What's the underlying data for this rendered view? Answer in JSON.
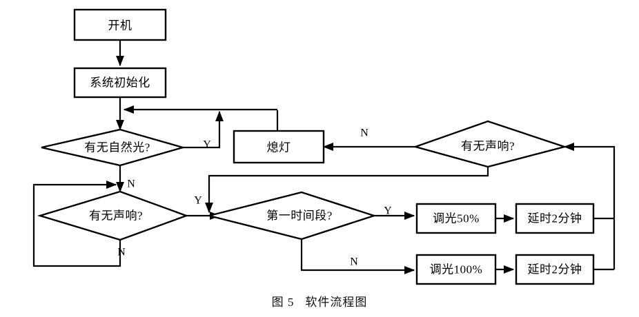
{
  "figure": {
    "caption_number": "图 5",
    "caption_title": "软件流程图",
    "type": "flowchart",
    "stroke_color": "#000000",
    "fill_color": "#ffffff",
    "background": "#ffffff"
  },
  "nodes": [
    {
      "id": "start",
      "shape": "process",
      "label": "开机"
    },
    {
      "id": "init",
      "shape": "process",
      "label": "系统初始化"
    },
    {
      "id": "daylight",
      "shape": "decision",
      "label": "有无自然光?"
    },
    {
      "id": "sound_left",
      "shape": "decision",
      "label": "有无声响?"
    },
    {
      "id": "lamp_off",
      "shape": "process",
      "label": "熄灯"
    },
    {
      "id": "sound_right",
      "shape": "decision",
      "label": "有无声响?"
    },
    {
      "id": "period",
      "shape": "decision",
      "label": "第一时间段?"
    },
    {
      "id": "dim50",
      "shape": "process",
      "label": "调光50%"
    },
    {
      "id": "delay_top",
      "shape": "process",
      "label": "延时2分钟"
    },
    {
      "id": "dim100",
      "shape": "process",
      "label": "调光100%"
    },
    {
      "id": "delay_bot",
      "shape": "process",
      "label": "延时2分钟"
    }
  ],
  "edge_labels": {
    "daylight_yes": "Y",
    "daylight_no": "N",
    "sound_left_yes": "Y",
    "sound_left_no": "N",
    "sound_right_no": "N",
    "period_yes": "Y",
    "period_no": "N"
  },
  "edges": [
    {
      "from": "start",
      "to": "init",
      "label": ""
    },
    {
      "from": "init",
      "to": "daylight",
      "label": ""
    },
    {
      "from": "daylight",
      "to": "init_join",
      "label": "Y"
    },
    {
      "from": "daylight",
      "to": "sound_left",
      "label": "N"
    },
    {
      "from": "sound_left",
      "to": "period",
      "label": "Y"
    },
    {
      "from": "sound_left",
      "to": "sound_left",
      "label": "N"
    },
    {
      "from": "sound_right",
      "to": "lamp_off",
      "label": "N"
    },
    {
      "from": "sound_right",
      "to": "period",
      "label": "Y"
    },
    {
      "from": "lamp_off",
      "to": "init_join",
      "label": ""
    },
    {
      "from": "period",
      "to": "dim50",
      "label": "Y"
    },
    {
      "from": "period",
      "to": "dim100",
      "label": "N"
    },
    {
      "from": "dim50",
      "to": "delay_top",
      "label": ""
    },
    {
      "from": "dim100",
      "to": "delay_bot",
      "label": ""
    },
    {
      "from": "delay_top",
      "to": "sound_right",
      "label": ""
    },
    {
      "from": "delay_bot",
      "to": "sound_right",
      "label": ""
    }
  ]
}
